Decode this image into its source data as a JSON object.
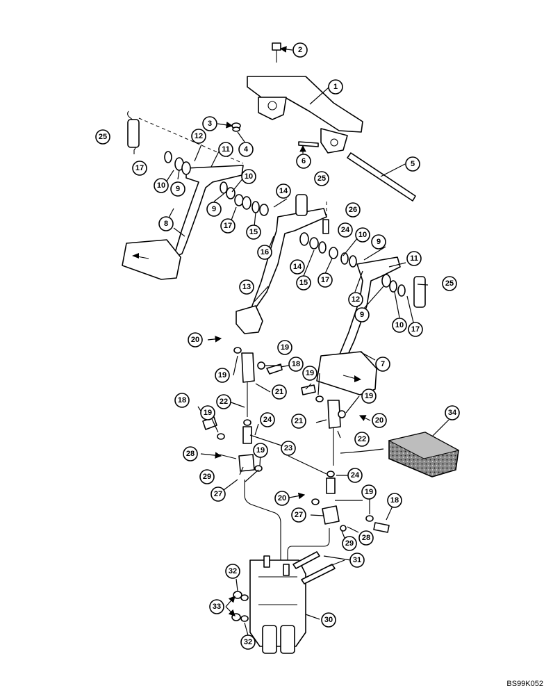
{
  "drawing_ref": "BS99K052",
  "callouts": [
    "1",
    "2",
    "3",
    "4",
    "5",
    "6",
    "7",
    "8",
    "9",
    "10",
    "11",
    "12",
    "13",
    "14",
    "15",
    "16",
    "17",
    "18",
    "19",
    "20",
    "21",
    "22",
    "23",
    "24",
    "25",
    "26",
    "27",
    "28",
    "29",
    "30",
    "31",
    "32",
    "33",
    "34"
  ]
}
